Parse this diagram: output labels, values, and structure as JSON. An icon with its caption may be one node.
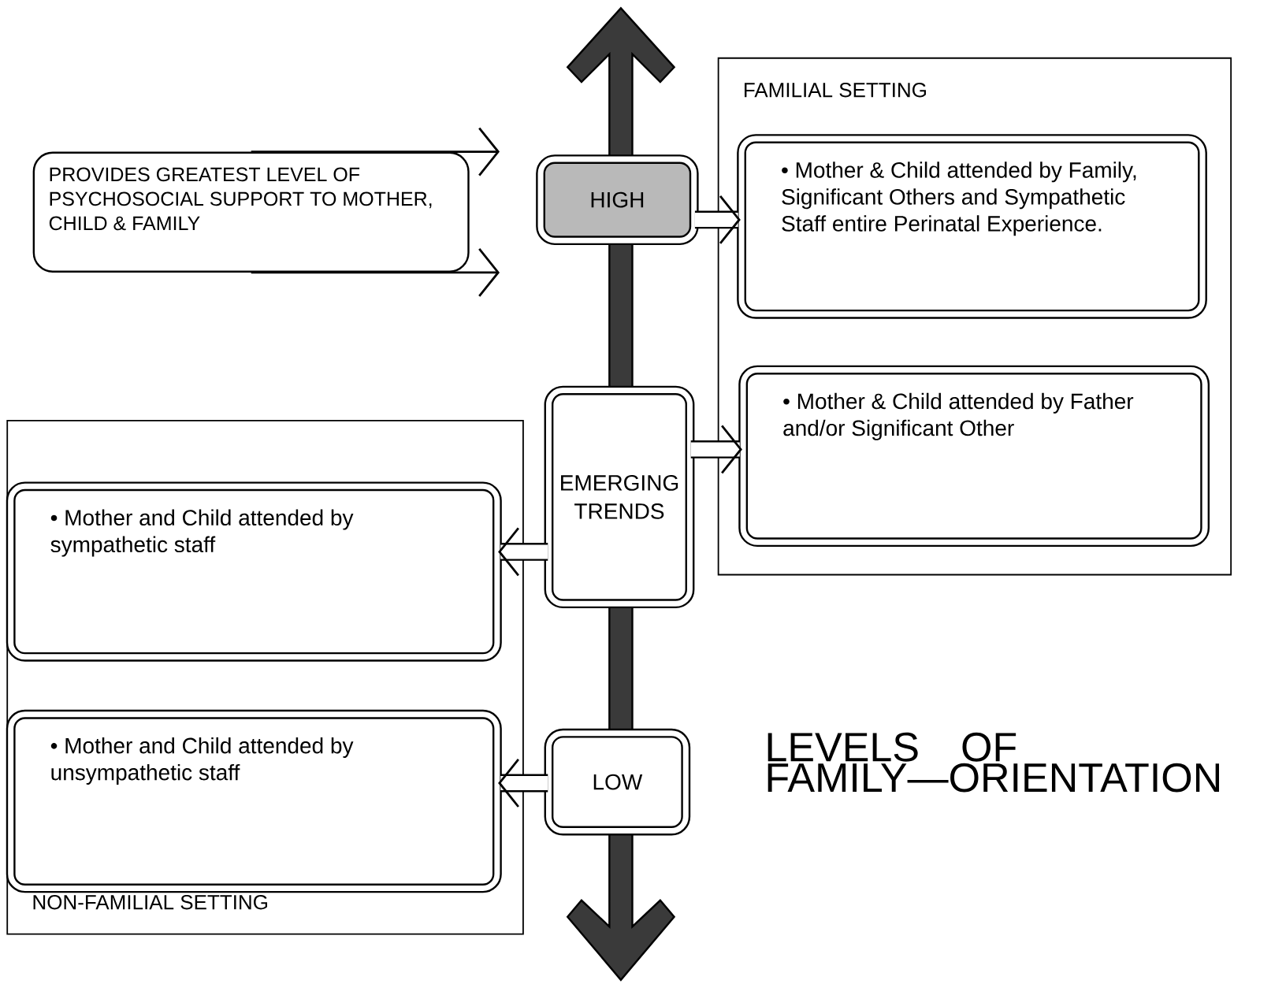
{
  "diagram": {
    "title": "LEVELS OF FAMILY—ORIENTATION",
    "nodes": [
      {
        "text": [
          "FAMILIAL SETTING"
        ]
      },
      {
        "text": [
          "NON-FAMILIAL SETTING"
        ]
      },
      {
        "text": [
          "PROVIDES GREATEST LEVEL OF PSYCHOSOCIAL SUPPORT TO MOTHER, CHILD & FAMILY"
        ]
      },
      {
        "text": [
          "HIGH"
        ]
      },
      {
        "text": [
          "EMERGING TRENDS"
        ]
      },
      {
        "text": [
          "LOW"
        ]
      },
      {
        "text": [
          "• Mother & Child attended by Family, Significant Others and Sympathetic Staff entire Perinatal Experience."
        ],
        "in": 0
      },
      {
        "text": [
          "• Mother & Child attended by Father and/or Significant Other"
        ],
        "in": 0
      },
      {
        "text": [
          "• Mother and Child attended by sympathetic staff"
        ],
        "in": 1
      },
      {
        "text": [
          "• Mother and Child attended by unsympathetic staff"
        ],
        "in": 1
      }
    ],
    "edges": [
      {
        "from": 2,
        "to": null,
        "arrow": "to"
      },
      {
        "from": 2,
        "to": null,
        "arrow": "to"
      },
      {
        "from": 3,
        "to": 6,
        "arrow": "to"
      },
      {
        "from": 4,
        "to": 7,
        "arrow": "to"
      },
      {
        "from": 4,
        "to": 8,
        "arrow": "to"
      },
      {
        "from": 5,
        "to": 9,
        "arrow": "to"
      }
    ]
  }
}
